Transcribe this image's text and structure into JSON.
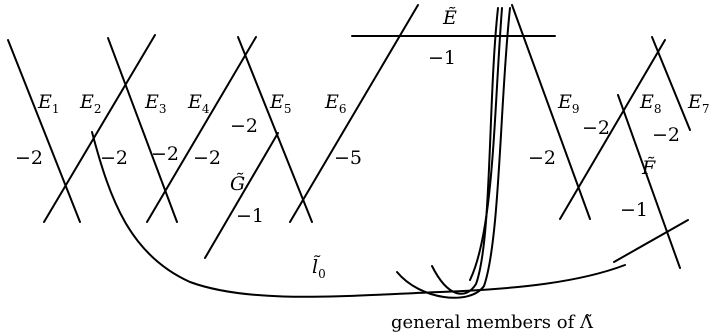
{
  "curves": {
    "E1": {
      "name": "E",
      "sub": "1",
      "self_intersection": "−2"
    },
    "E2": {
      "name": "E",
      "sub": "2",
      "self_intersection": "−2"
    },
    "E3": {
      "name": "E",
      "sub": "3",
      "self_intersection": "−2"
    },
    "E4": {
      "name": "E",
      "sub": "4",
      "self_intersection": "−2"
    },
    "E5": {
      "name": "E",
      "sub": "5",
      "self_intersection": "−2"
    },
    "E6": {
      "name": "E",
      "sub": "6",
      "self_intersection": "−5"
    },
    "E7": {
      "name": "E",
      "sub": "7",
      "self_intersection": "−2"
    },
    "E8": {
      "name": "E",
      "sub": "8",
      "self_intersection": "−2"
    },
    "E9": {
      "name": "E",
      "sub": "9",
      "self_intersection": "−2"
    },
    "E_tilde": {
      "name": "Ẽ",
      "self_intersection": "−1"
    },
    "G_tilde": {
      "name": "G̃",
      "self_intersection": "−1"
    },
    "F_tilde": {
      "name": "F̃",
      "self_intersection": "−1"
    },
    "l0_tilde": {
      "name": "l̃",
      "sub": "0"
    }
  },
  "caption": "general members of Λ̃"
}
